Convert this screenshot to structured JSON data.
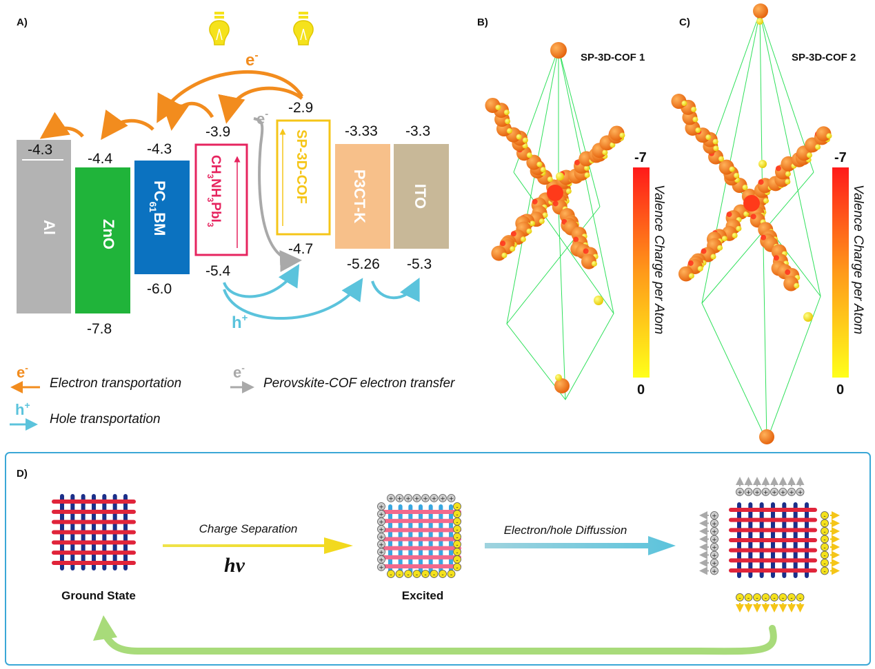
{
  "panels": {
    "a": "A)",
    "b": "B)",
    "c": "C)",
    "d": "D)"
  },
  "layers": {
    "al": {
      "name": "Al",
      "color": "#b3b3b3",
      "lumo": "-4.3"
    },
    "zno": {
      "name": "ZnO",
      "color": "#20b43a",
      "lumo": "-4.4",
      "homo": "-7.8"
    },
    "pcbm": {
      "name_main": "PC",
      "name_sub1": "61",
      "name_tail": "BM",
      "color": "#0b72c0",
      "lumo": "-4.3",
      "homo": "-6.0"
    },
    "perov": {
      "name_parts": [
        "CH",
        "3",
        "NH",
        "3",
        "PbI",
        "3"
      ],
      "color": "#e6245f",
      "lumo": "-3.9",
      "homo": "-5.4"
    },
    "cof": {
      "name": "SP-3D-COF",
      "color": "#f5c518",
      "lumo": "-2.9",
      "homo": "-4.7"
    },
    "p3ct": {
      "name": "P3CT-K",
      "color": "#f7c08a",
      "lumo": "-3.33",
      "homo": "-5.26"
    },
    "ito": {
      "name": "ITO",
      "color": "#c8b898",
      "lumo": "-3.3",
      "homo": "-5.3"
    }
  },
  "carriers": {
    "electron": "e",
    "electron_sup": "-",
    "hole": "h",
    "hole_sup": "+"
  },
  "colors": {
    "electron": "#f28c1e",
    "hole": "#5bc3dc",
    "transfer": "#a9a9a9",
    "bulb": "#f5e21c"
  },
  "legend": {
    "electron": "Electron transportation",
    "transfer": "Perovskite-COF electron transfer",
    "hole": "Hole transportation"
  },
  "structures": {
    "cof1": {
      "title": "SP-3D-COF 1"
    },
    "cof2": {
      "title": "SP-3D-COF 2"
    },
    "colorbar": {
      "label": "Valence Charge per Atom",
      "max": "-7",
      "min": "0",
      "color_high": "#ff1a1a",
      "color_low": "#ffff1a"
    }
  },
  "process": {
    "ground": "Ground State",
    "excited": "Excited",
    "step1": "Charge Separation",
    "hv": "hv",
    "step2": "Electron/hole Diffussion",
    "plus": "+",
    "minus": "-"
  }
}
